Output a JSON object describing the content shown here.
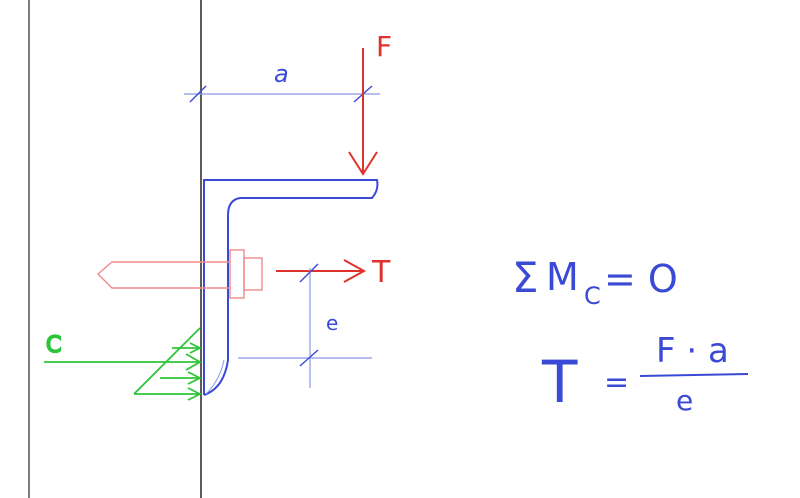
{
  "labels": {
    "force_f": "F",
    "force_t": "T",
    "force_c": "C",
    "dim_a": "a",
    "dim_e": "e"
  },
  "equations": {
    "moment_sigma": "Σ",
    "moment_m": "M",
    "moment_sub": "C",
    "moment_rhs": "= O",
    "t_lhs": "T",
    "t_eq": "=",
    "t_numerator": "F · a",
    "t_denominator": "e"
  },
  "colors": {
    "structure": "#3a49d6",
    "dimension": "#8a98e8",
    "force": "#e0322d",
    "bolt": "#f08c8c",
    "reaction": "#2fc43a",
    "wall": "#333333"
  }
}
